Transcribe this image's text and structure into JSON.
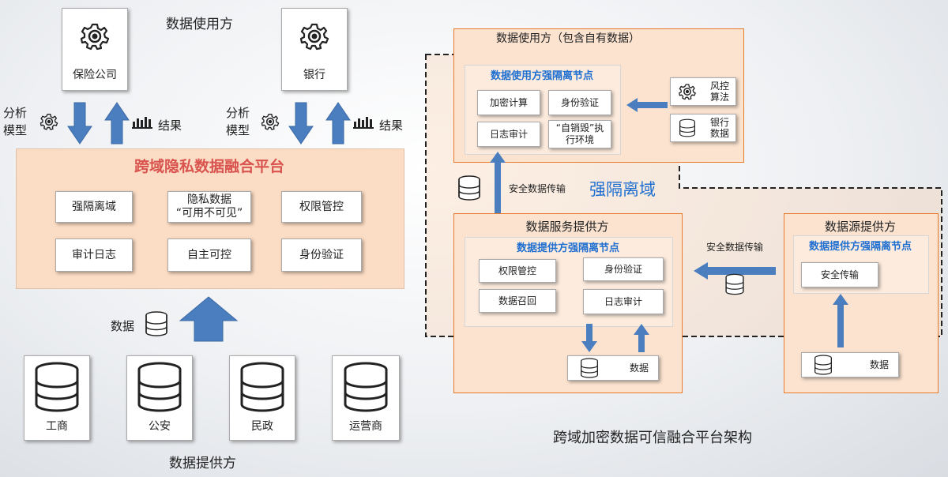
{
  "left": {
    "top_title": "数据使用方",
    "users": [
      {
        "label": "保险公司",
        "icon": "gear-icon"
      },
      {
        "label": "银行",
        "icon": "gear-icon"
      }
    ],
    "analysis_model": "分析\n模型",
    "result": "结果",
    "platform": {
      "title": "跨域隐私数据融合平台",
      "cells": [
        "强隔离域",
        "隐私数据\n“可用不可见”",
        "权限管控",
        "审计日志",
        "自主可控",
        "身份验证"
      ]
    },
    "data_label": "数据",
    "providers": [
      "工商",
      "公安",
      "民政",
      "运营商"
    ],
    "bottom_title": "数据提供方"
  },
  "right": {
    "user_box": {
      "title": "数据使用方（包含自有数据）",
      "node_title": "数据使用方强隔离节点",
      "cells": [
        "加密计算",
        "身份验证",
        "日志审计",
        "“自销毁”执\n行环境"
      ],
      "side": [
        "风控\n算法",
        "银行\n数据"
      ]
    },
    "zone_label": "强隔离域",
    "secure_transfer": "安全数据传输",
    "service_box": {
      "title": "数据服务提供方",
      "node_title": "数据提供方强隔离节点",
      "cells": [
        "权限管控",
        "身份验证",
        "数据召回",
        "日志审计"
      ],
      "data": "数据"
    },
    "source_box": {
      "title": "数据源提供方",
      "node_title": "数据提供方强隔离节点",
      "cell": "安全传输",
      "data": "数据"
    },
    "caption": "跨域加密数据可信融合平台架构"
  },
  "colors": {
    "accent_blue": "#4a7ebf",
    "orange": "#e87a2c",
    "title_red": "#d9534f",
    "node_blue": "#1f6fd1"
  }
}
